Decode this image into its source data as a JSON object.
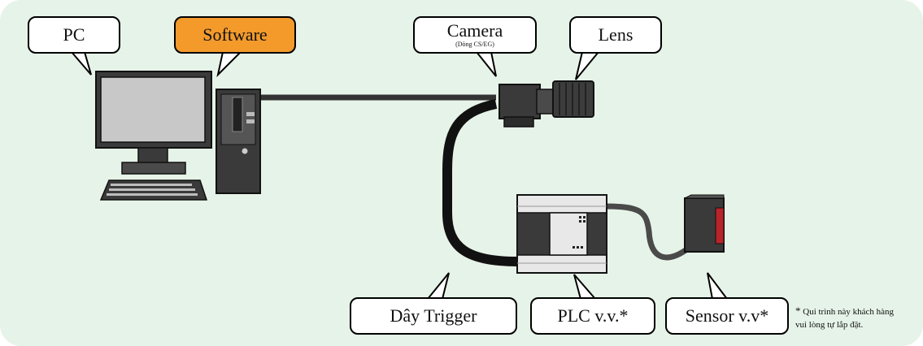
{
  "labels": {
    "pc": "PC",
    "software": "Software",
    "camera": "Camera",
    "camera_sub": "(Dòng CS/EG)",
    "lens": "Lens",
    "trigger_cable": "Dây Trigger",
    "plc": "PLC v.v.*",
    "sensor": "Sensor v.v*"
  },
  "note": {
    "line1": "Qui trình này khách hàng",
    "line2": "vui lòng tự lắp đặt.",
    "marker": "*"
  },
  "colors": {
    "background": "#e6f3e8",
    "software_highlight": "#f39a2b",
    "device_dark": "#3a3a3a",
    "device_light": "#e8e8e8",
    "sensor_accent": "#b8242a",
    "cable": "#111111"
  }
}
